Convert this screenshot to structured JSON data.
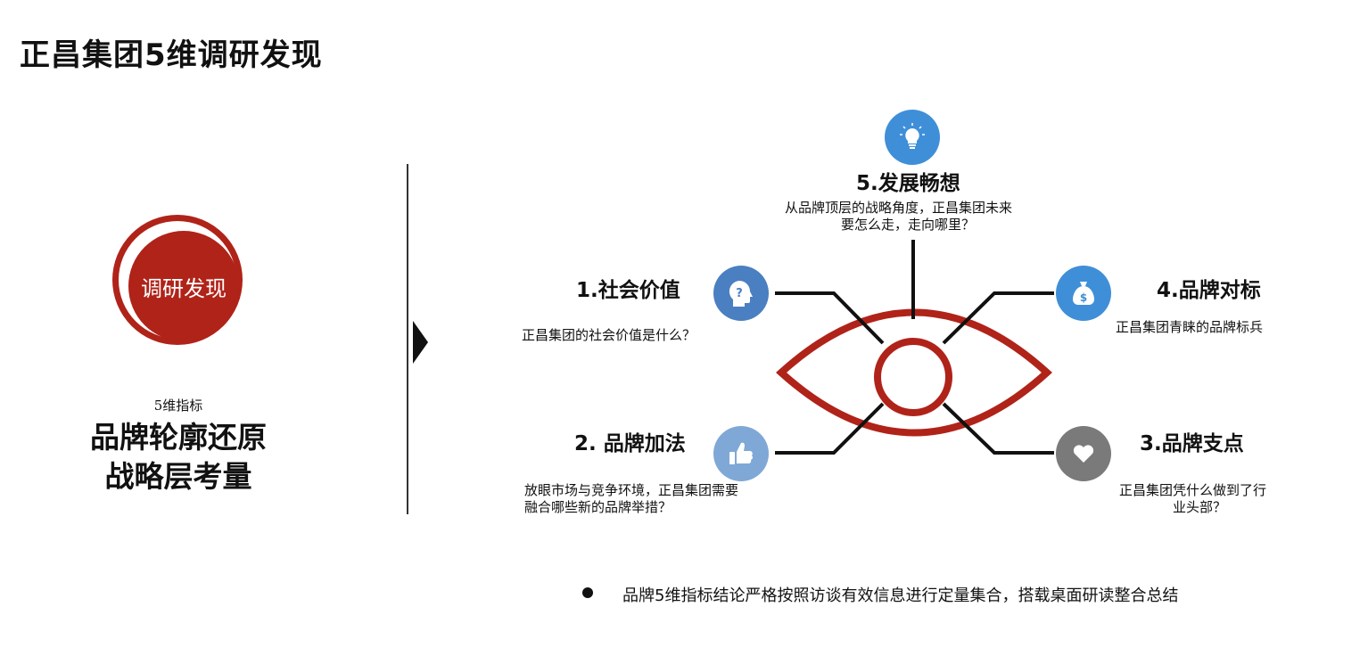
{
  "page_title": "正昌集团5维调研发现",
  "badge": {
    "label": "调研发现"
  },
  "left_panel": {
    "small_label": "5维指标",
    "line1": "品牌轮廓还原",
    "line2": "战略层考量"
  },
  "dimensions": [
    {
      "title": "1.社会价值",
      "desc_lines": [
        "正昌集团的社会价值是什么？"
      ],
      "icon": "question-head-icon",
      "color": "#4a7fc1"
    },
    {
      "title": "2. 品牌加法",
      "desc_lines": [
        "放眼市场与竞争环境，正昌集团需要",
        "融合哪些新的品牌举措？"
      ],
      "icon": "thumbs-up-icon",
      "color": "#7fa8d6"
    },
    {
      "title": "3.品牌支点",
      "desc_lines": [
        "正昌集团凭什么做到了行",
        "业头部？"
      ],
      "icon": "heart-icon",
      "color": "#7a7a7a"
    },
    {
      "title": "4.品牌对标",
      "desc_lines": [
        "正昌集团青睐的品牌标兵"
      ],
      "icon": "money-bag-icon",
      "color": "#3f8fd8"
    },
    {
      "title": "5.发展畅想",
      "desc_lines": [
        "从品牌顶层的战略角度，正昌集团未来",
        "要怎么走，走向哪里？"
      ],
      "icon": "lightbulb-icon",
      "color": "#3f8fd8"
    }
  ],
  "colors": {
    "accent_red": "#b02319",
    "line_black": "#111111"
  },
  "footer": {
    "text": "品牌5维指标结论严格按照访谈有效信息进行定量集合，搭载桌面研读整合总结"
  }
}
